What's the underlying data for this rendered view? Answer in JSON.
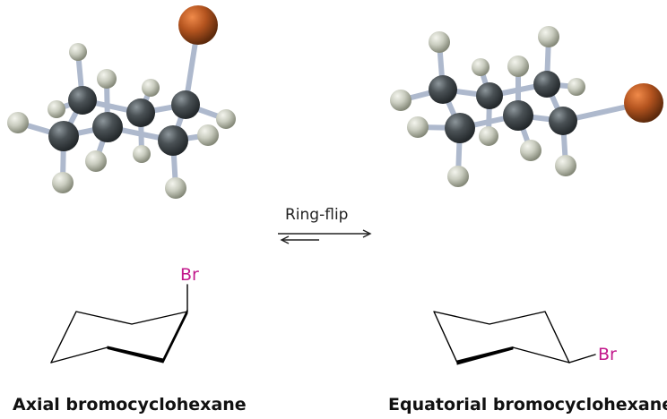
{
  "equilibrium": {
    "label": "Ring-flip"
  },
  "left": {
    "substituent": "Br",
    "caption": "Axial bromocyclohexane"
  },
  "right": {
    "substituent": "Br",
    "caption": "Equatorial bromocyclohexane"
  },
  "colors": {
    "carbon": "#4a5155",
    "hydrogen": "#c9ccbf",
    "bromine": "#b4541f",
    "bond": "#aeb9cd",
    "substituent_label": "#c2188b",
    "line": "#000000"
  }
}
